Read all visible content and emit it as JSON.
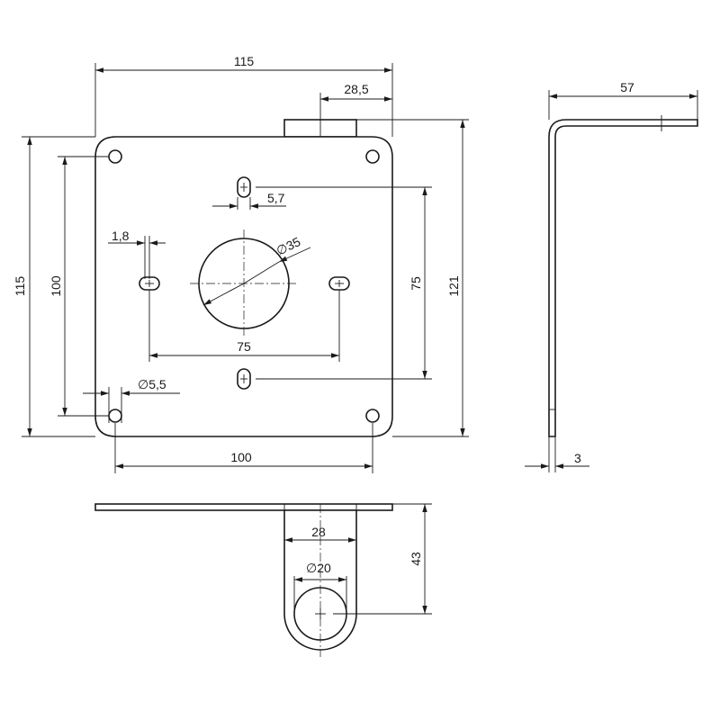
{
  "dimensions": {
    "top_width": "115",
    "tab_offset": "28,5",
    "side_width": "57",
    "left_height": "115",
    "hole_spacing_vertical": "100",
    "slot_width": "5,7",
    "slot_play": "1,8",
    "center_hole": "35",
    "slot_spacing_horizontal": "75",
    "slot_spacing_vertical": "75",
    "right_height": "121",
    "corner_hole": "5,5",
    "hole_spacing_horizontal": "100",
    "thickness": "3",
    "tab_width": "28",
    "tab_hole": "20",
    "tab_height": "43"
  },
  "symbols": {
    "diameter": "∅"
  }
}
